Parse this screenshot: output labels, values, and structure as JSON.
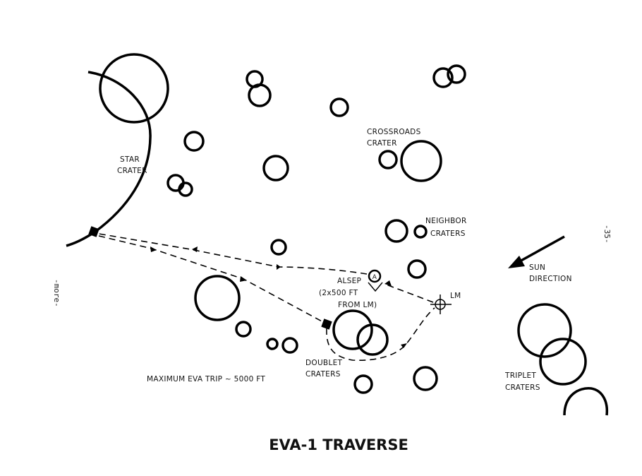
{
  "title": "EVA-1 TRAVERSE",
  "labels": {
    "star_crater": [
      "STAR",
      "CRATER"
    ],
    "crossroads_crater": [
      "CROSSROADS",
      "CRATER"
    ],
    "neighbor_craters": [
      "NEIGHBOR",
      "CRATERS"
    ],
    "alsep": [
      "ALSEP",
      "(2x500 FT",
      "FROM LM)"
    ],
    "alsep_marker": "A",
    "lm": "LM",
    "sun_direction": [
      "SUN",
      "DIRECTION"
    ],
    "doublet_craters": [
      "DOUBLET",
      "CRATERS"
    ],
    "triplet_craters": [
      "TRIPLET",
      "CRATERS"
    ],
    "max_trip": "MAXIMUM EVA TRIP ~ 5000 FT"
  },
  "page_number": "-35-",
  "more": "-more-"
}
